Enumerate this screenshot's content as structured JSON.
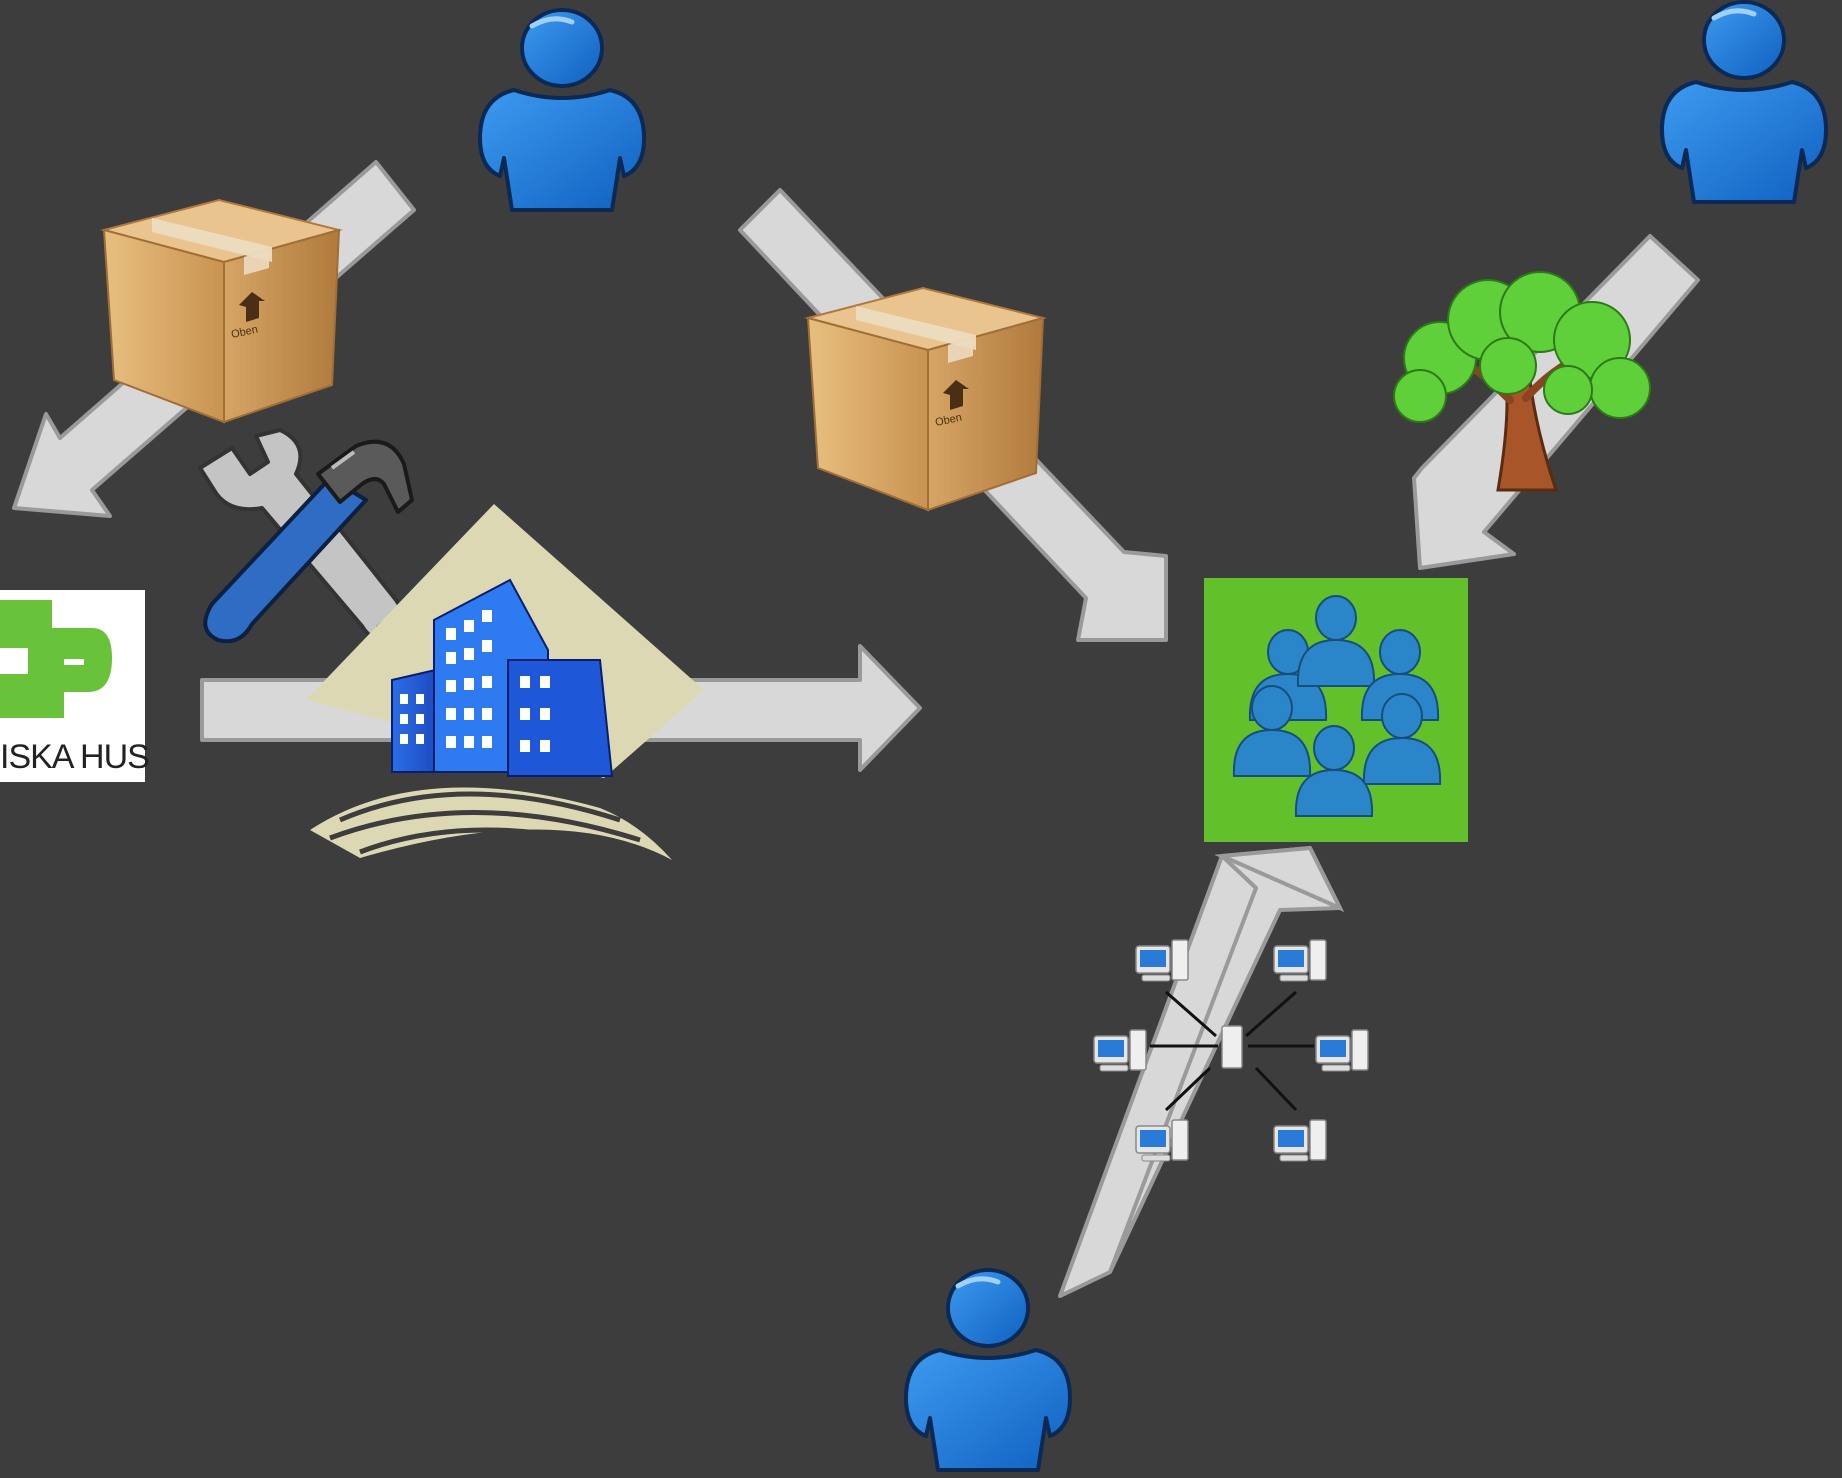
{
  "colors": {
    "background": "#3d3d3d",
    "arrow_fill": "#d8d8d8",
    "arrow_stroke": "#9a9a9a",
    "person_blue": "#1e7ad8",
    "group_bg": "#62c02a",
    "group_person": "#1f6fa8",
    "box_tan": "#d9a867",
    "logo_green": "#68c23a"
  },
  "logo": {
    "text": "ISKA HUS"
  },
  "box_label": "Oben",
  "icons": [
    "person-icon",
    "cardboard-box-icon",
    "tools-icon",
    "city-buildings-icon",
    "tree-icon",
    "group-people-icon",
    "network-computers-icon",
    "company-logo"
  ]
}
